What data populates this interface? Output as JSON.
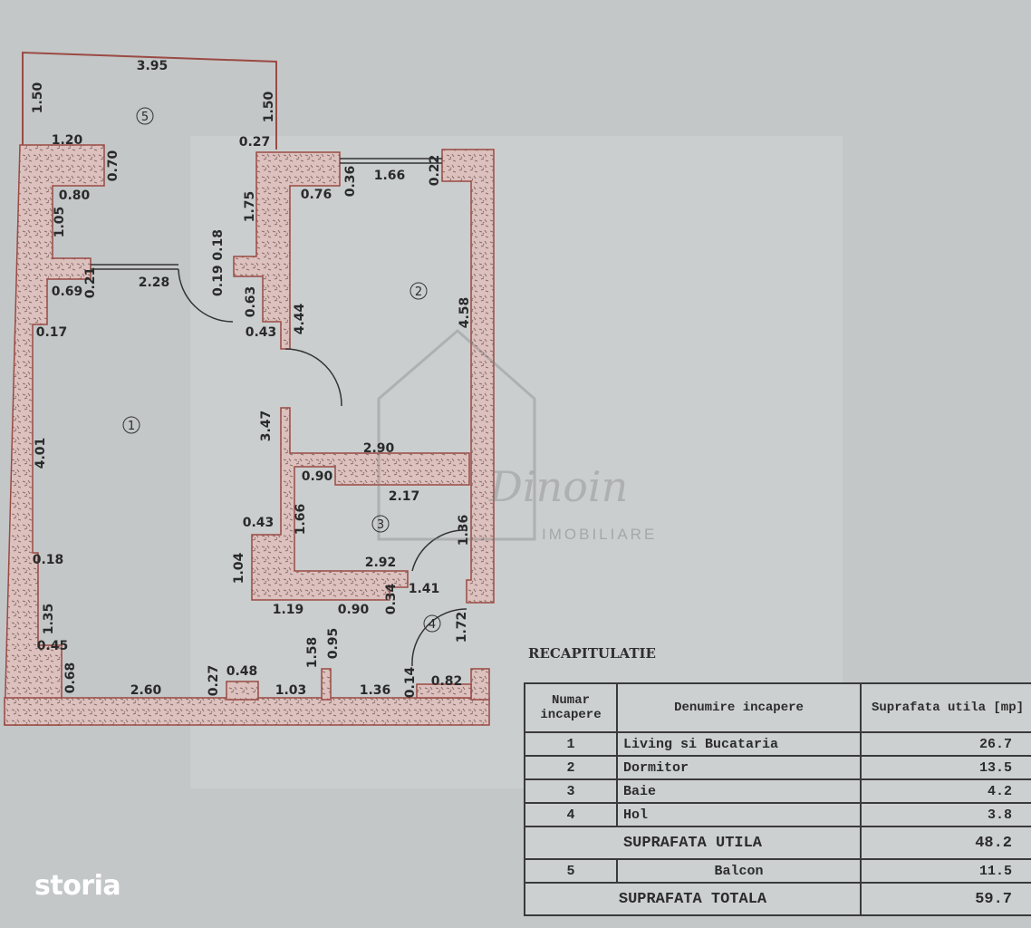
{
  "plan": {
    "rooms": [
      "1",
      "2",
      "3",
      "4",
      "5"
    ],
    "dims": [
      "3.95",
      "1.50",
      "1.50",
      "1.20",
      "0.27",
      "0.70",
      "0.80",
      "0.76",
      "0.36",
      "1.66",
      "0.22",
      "1.75",
      "1.05",
      "0.19 0.18",
      "0.21",
      "2.28",
      "0.69",
      "0.63",
      "4.44",
      "4.58",
      "0.43",
      "0.17",
      "4.01",
      "3.47",
      "2.90",
      "0.90",
      "2.17",
      "1.66",
      "0.43",
      "1.36",
      "0.18",
      "1.04",
      "2.92",
      "1.41",
      "0.34",
      "1.19",
      "0.90",
      "1.35",
      "1.72",
      "1.58",
      "0.95",
      "0.45",
      "0.68",
      "0.27",
      "0.48",
      "2.60",
      "1.03",
      "1.36",
      "0.14",
      "0.82"
    ],
    "wall_color": "#d7b9b6",
    "wall_outline": "#9a4a44"
  },
  "recap": {
    "title": "RECAPITULATIE",
    "headers": [
      "Numar incapere",
      "Denumire incapere",
      "Suprafata utila [mp]"
    ],
    "rows": [
      {
        "num": "1",
        "name": "Living si Bucataria",
        "area": "26.7"
      },
      {
        "num": "2",
        "name": "Dormitor",
        "area": "13.5"
      },
      {
        "num": "3",
        "name": "Baie",
        "area": "4.2"
      },
      {
        "num": "4",
        "name": "Hol",
        "area": "3.8"
      }
    ],
    "subtotal_label": "SUPRAFATA UTILA",
    "subtotal_value": "48.2",
    "balcony": {
      "num": "5",
      "name": "Balcon",
      "area": "11.5"
    },
    "total_label": "SUPRAFATA TOTALA",
    "total_value": "59.7"
  },
  "watermark": {
    "name": "Dinoin",
    "sub": "IMOBILIARE"
  },
  "logo": "storia"
}
